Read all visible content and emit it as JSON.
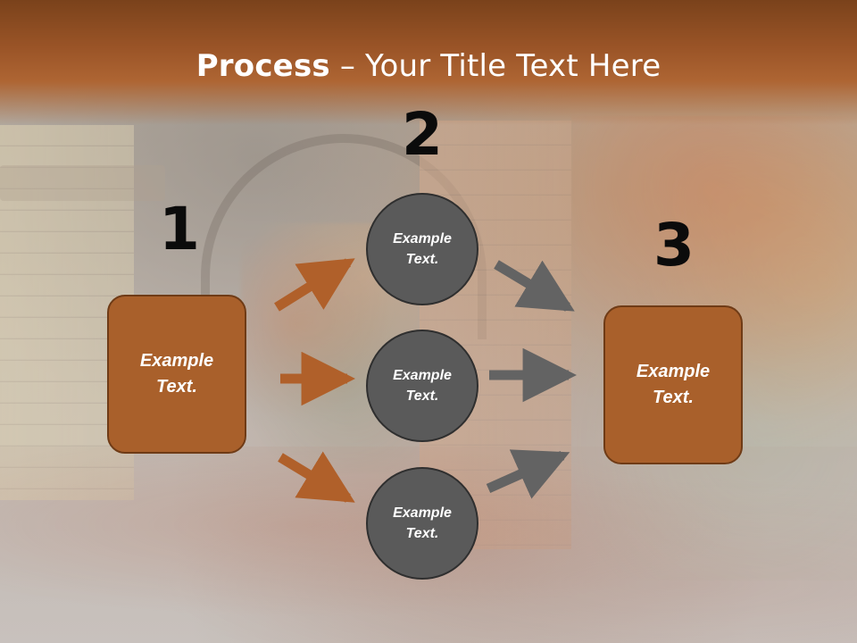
{
  "title": {
    "bold": "Process",
    "rest": " – Your Title Text Here"
  },
  "steps": {
    "step1": {
      "number": "1",
      "label": "Example\nText."
    },
    "step2": {
      "number": "2"
    },
    "step3": {
      "number": "3",
      "label": "Example\nText."
    }
  },
  "circles": [
    {
      "label": "Example\nText."
    },
    {
      "label": "Example\nText."
    },
    {
      "label": "Example\nText."
    }
  ],
  "colors": {
    "header_band": "#9a5427",
    "box_fill": "#a9602b",
    "box_border": "#6f3b16",
    "circle_fill": "#5a5a5a",
    "circle_border": "#2f2f2f",
    "arrow_brown": "#b0602a",
    "arrow_gray": "#636363"
  }
}
